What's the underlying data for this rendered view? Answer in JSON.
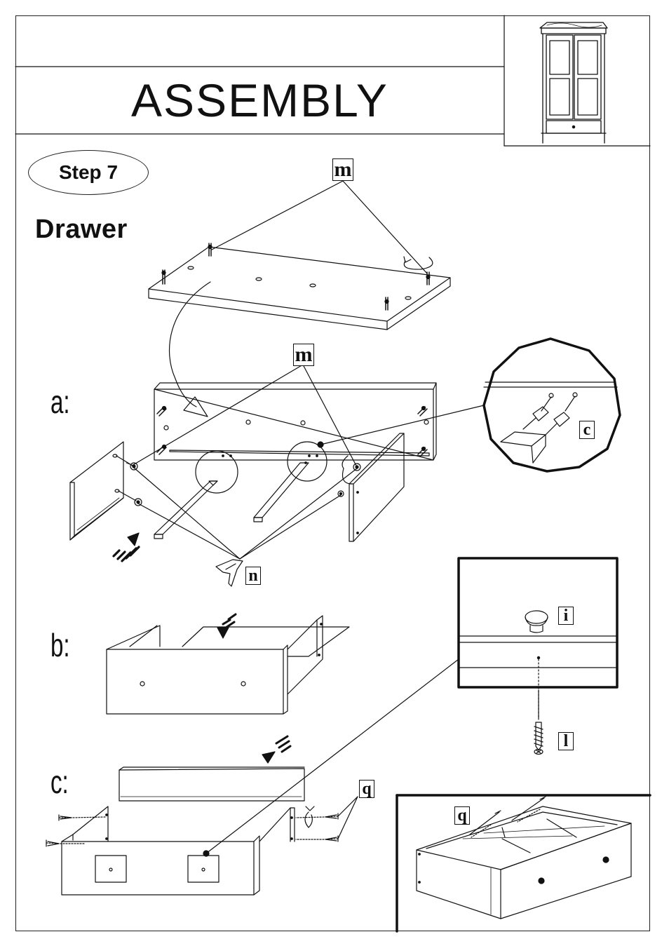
{
  "header": {
    "title": "ASSEMBLY",
    "product_icon": "wardrobe-icon"
  },
  "step": {
    "label": "Step 7",
    "section": "Drawer"
  },
  "substeps": {
    "a": "a:",
    "b": "b:",
    "c": "c:"
  },
  "parts": {
    "m_top": "m",
    "m_mid": "m",
    "c": "c",
    "n": "n",
    "i": "i",
    "l": "l",
    "q_c": "q",
    "q_result": "q"
  }
}
